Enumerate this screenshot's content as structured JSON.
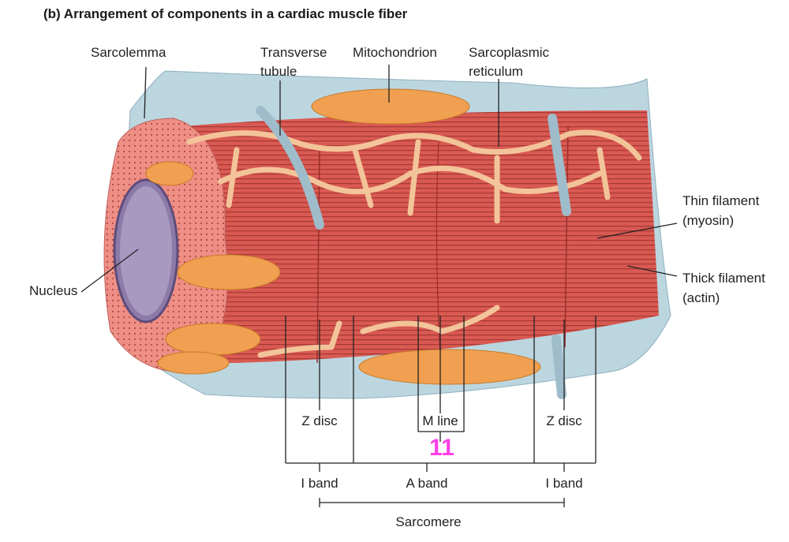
{
  "title": "(b) Arrangement of components in a cardiac muscle fiber",
  "labels": {
    "sarcolemma": "Sarcolemma",
    "transverse_tubule": [
      "Transverse",
      "tubule"
    ],
    "mitochondrion": "Mitochondrion",
    "sarcoplasmic_reticulum": [
      "Sarcoplasmic",
      "reticulum"
    ],
    "thin_filament": [
      "Thin filament",
      "(myosin)"
    ],
    "thick_filament": [
      "Thick filament",
      "(actin)"
    ],
    "nucleus": "Nucleus",
    "z_disc_left": "Z disc",
    "m_line": "M line",
    "z_disc_right": "Z disc",
    "i_band_left": "I band",
    "a_band": "A band",
    "i_band_right": "I band",
    "sarcomere": "Sarcomere"
  },
  "marker": "11",
  "colors": {
    "sheath": "#bcd6e0",
    "muscle": "#d9534f",
    "mitochondria": "#f0a050",
    "reticulum": "#f3c49a",
    "nucleus": "#8c7aa8",
    "marker": "#ff3ee8"
  }
}
